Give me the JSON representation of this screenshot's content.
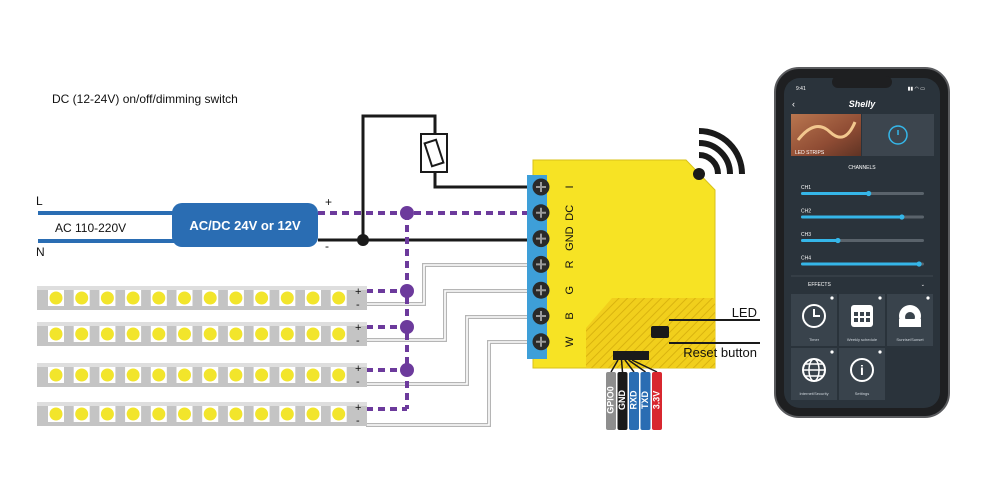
{
  "title": "DC (12-24V) on/off/dimming switch",
  "ac_input": {
    "line_label": "L",
    "neutral_label": "N",
    "voltage_label": "AC 110-220V"
  },
  "psu": {
    "label": "AC/DC 24V or 12V",
    "plus_label": "+",
    "minus_label": "-",
    "color": "#2a6db3"
  },
  "device": {
    "color": "#f7e324",
    "terminals": [
      "I",
      "DC",
      "GND",
      "R",
      "G",
      "B",
      "W"
    ],
    "led_label": "LED",
    "reset_label": "Reset button",
    "pins": [
      {
        "label": "GPIO0",
        "color": "#8e8e8e"
      },
      {
        "label": "GND",
        "color": "#1a1a1a"
      },
      {
        "label": "RXD",
        "color": "#2a6db3"
      },
      {
        "label": "TXD",
        "color": "#2a6db3"
      },
      {
        "label": "3.3V",
        "color": "#d8272f"
      }
    ]
  },
  "wire_colors": {
    "dc_plus": "#6c3a9c",
    "gnd": "#1a1a1a",
    "channel": "#b5b5b5",
    "ac": "#2a6db3"
  },
  "strips": [
    {
      "plus_label": "+",
      "minus_label": "-"
    },
    {
      "plus_label": "+",
      "minus_label": "-"
    },
    {
      "plus_label": "+",
      "minus_label": "-"
    },
    {
      "plus_label": "+",
      "minus_label": "-"
    }
  ],
  "phone": {
    "time": "9:41",
    "brand": "Shelly",
    "hero_label": "LED STRIPS",
    "channels_title": "CHANNELS",
    "channels": [
      {
        "label": "CH1",
        "level": 0.55
      },
      {
        "label": "CH2",
        "level": 0.82
      },
      {
        "label": "CH3",
        "level": 0.3
      },
      {
        "label": "CH4",
        "level": 0.96
      }
    ],
    "effects_label": "EFFECTS",
    "tiles": [
      {
        "label": "Timer",
        "icon": "clock-icon"
      },
      {
        "label": "Weekly schedule",
        "icon": "calendar-icon"
      },
      {
        "label": "Sunrise/Sunset",
        "icon": "sunrise-icon"
      },
      {
        "label": "Internet/Security",
        "icon": "globe-icon"
      },
      {
        "label": "Settings",
        "icon": "info-icon"
      }
    ]
  }
}
